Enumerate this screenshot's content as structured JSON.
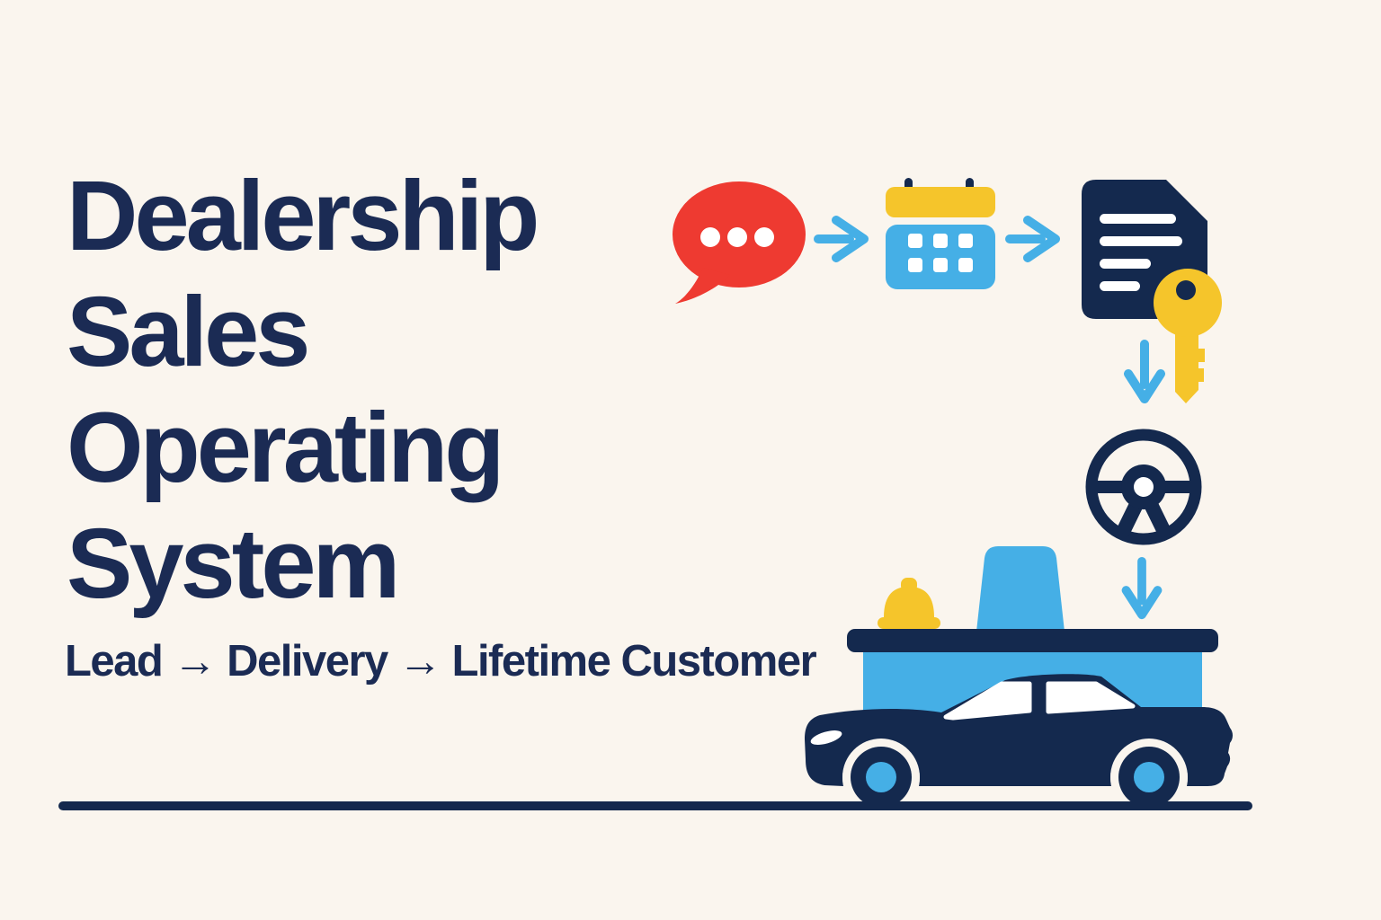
{
  "colors": {
    "cream": "#FAF5EE",
    "navy": "#14294E",
    "ink": "#1B2B54",
    "red": "#EE3A31",
    "blue": "#45AFE6",
    "yellow": "#F5C52B",
    "white": "#FFFFFF"
  },
  "title": {
    "lines": [
      "Dealership",
      "Sales",
      "Operating",
      "System"
    ]
  },
  "subtitle": {
    "text": "Lead → Delivery → Lifetime Customer"
  },
  "icons": {
    "sequence": [
      "chat-bubble-icon",
      "arrow-right-icon",
      "calendar-icon",
      "arrow-right-icon",
      "contract-document-icon",
      "car-key-icon",
      "arrow-down-icon",
      "steering-wheel-icon",
      "arrow-down-icon",
      "service-bell-icon",
      "chair-back-icon",
      "reception-desk",
      "car-icon",
      "ground-line"
    ]
  }
}
